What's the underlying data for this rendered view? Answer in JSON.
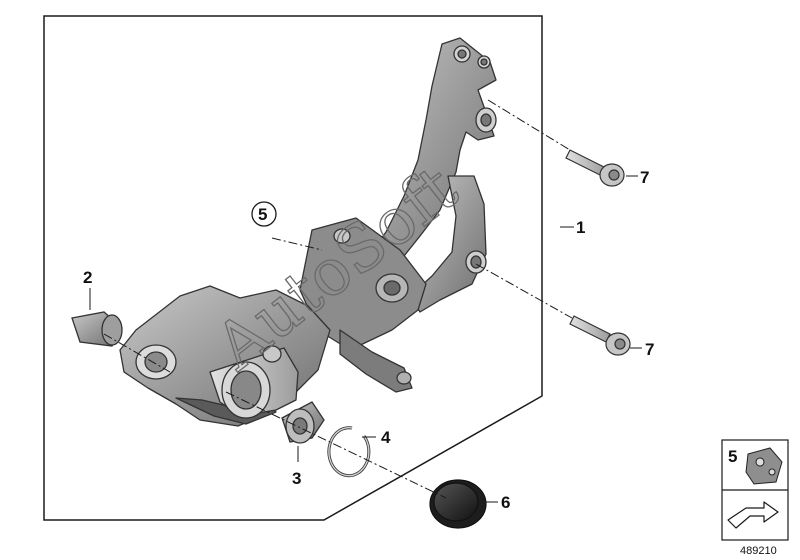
{
  "diagram": {
    "watermark": "AutoSoft",
    "callouts": {
      "c1": "1",
      "c2": "2",
      "c3": "3",
      "c4": "4",
      "c5": "5",
      "c6": "6",
      "c7a": "7",
      "c7b": "7"
    },
    "legend": {
      "ref_number": "5"
    },
    "image_number": "489210",
    "colors": {
      "part_gray": "#9a9a9a",
      "line": "#1a1a1a",
      "dark_part": "#2a2a2a"
    }
  }
}
